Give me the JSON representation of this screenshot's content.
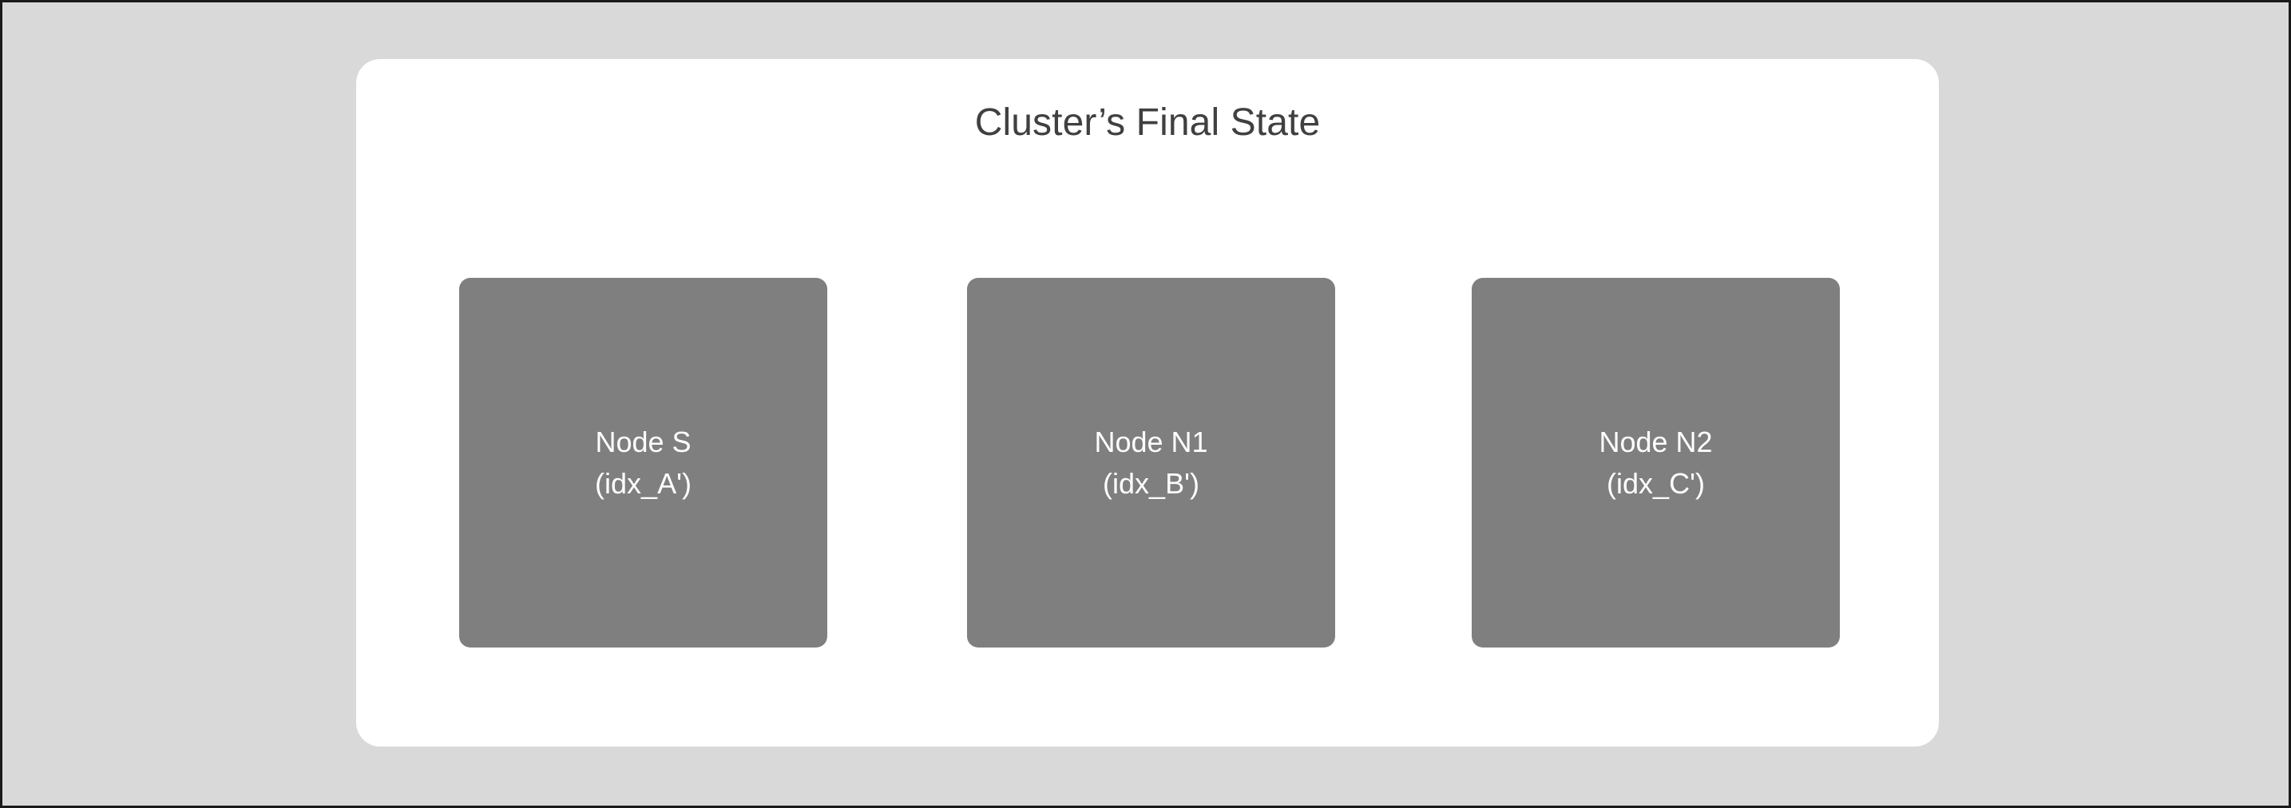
{
  "canvas": {
    "background_color": "#d9d9d9",
    "border_color": "#1a1a1a"
  },
  "card": {
    "background_color": "#ffffff",
    "title": "Cluster’s Final State"
  },
  "diagram": {
    "node_fill_color": "#7f7f7f",
    "node_text_color": "#ffffff",
    "nodes": [
      {
        "name": "Node S",
        "index": "(idx_A')"
      },
      {
        "name": "Node N1",
        "index": "(idx_B')"
      },
      {
        "name": "Node N2",
        "index": "(idx_C')"
      }
    ]
  }
}
